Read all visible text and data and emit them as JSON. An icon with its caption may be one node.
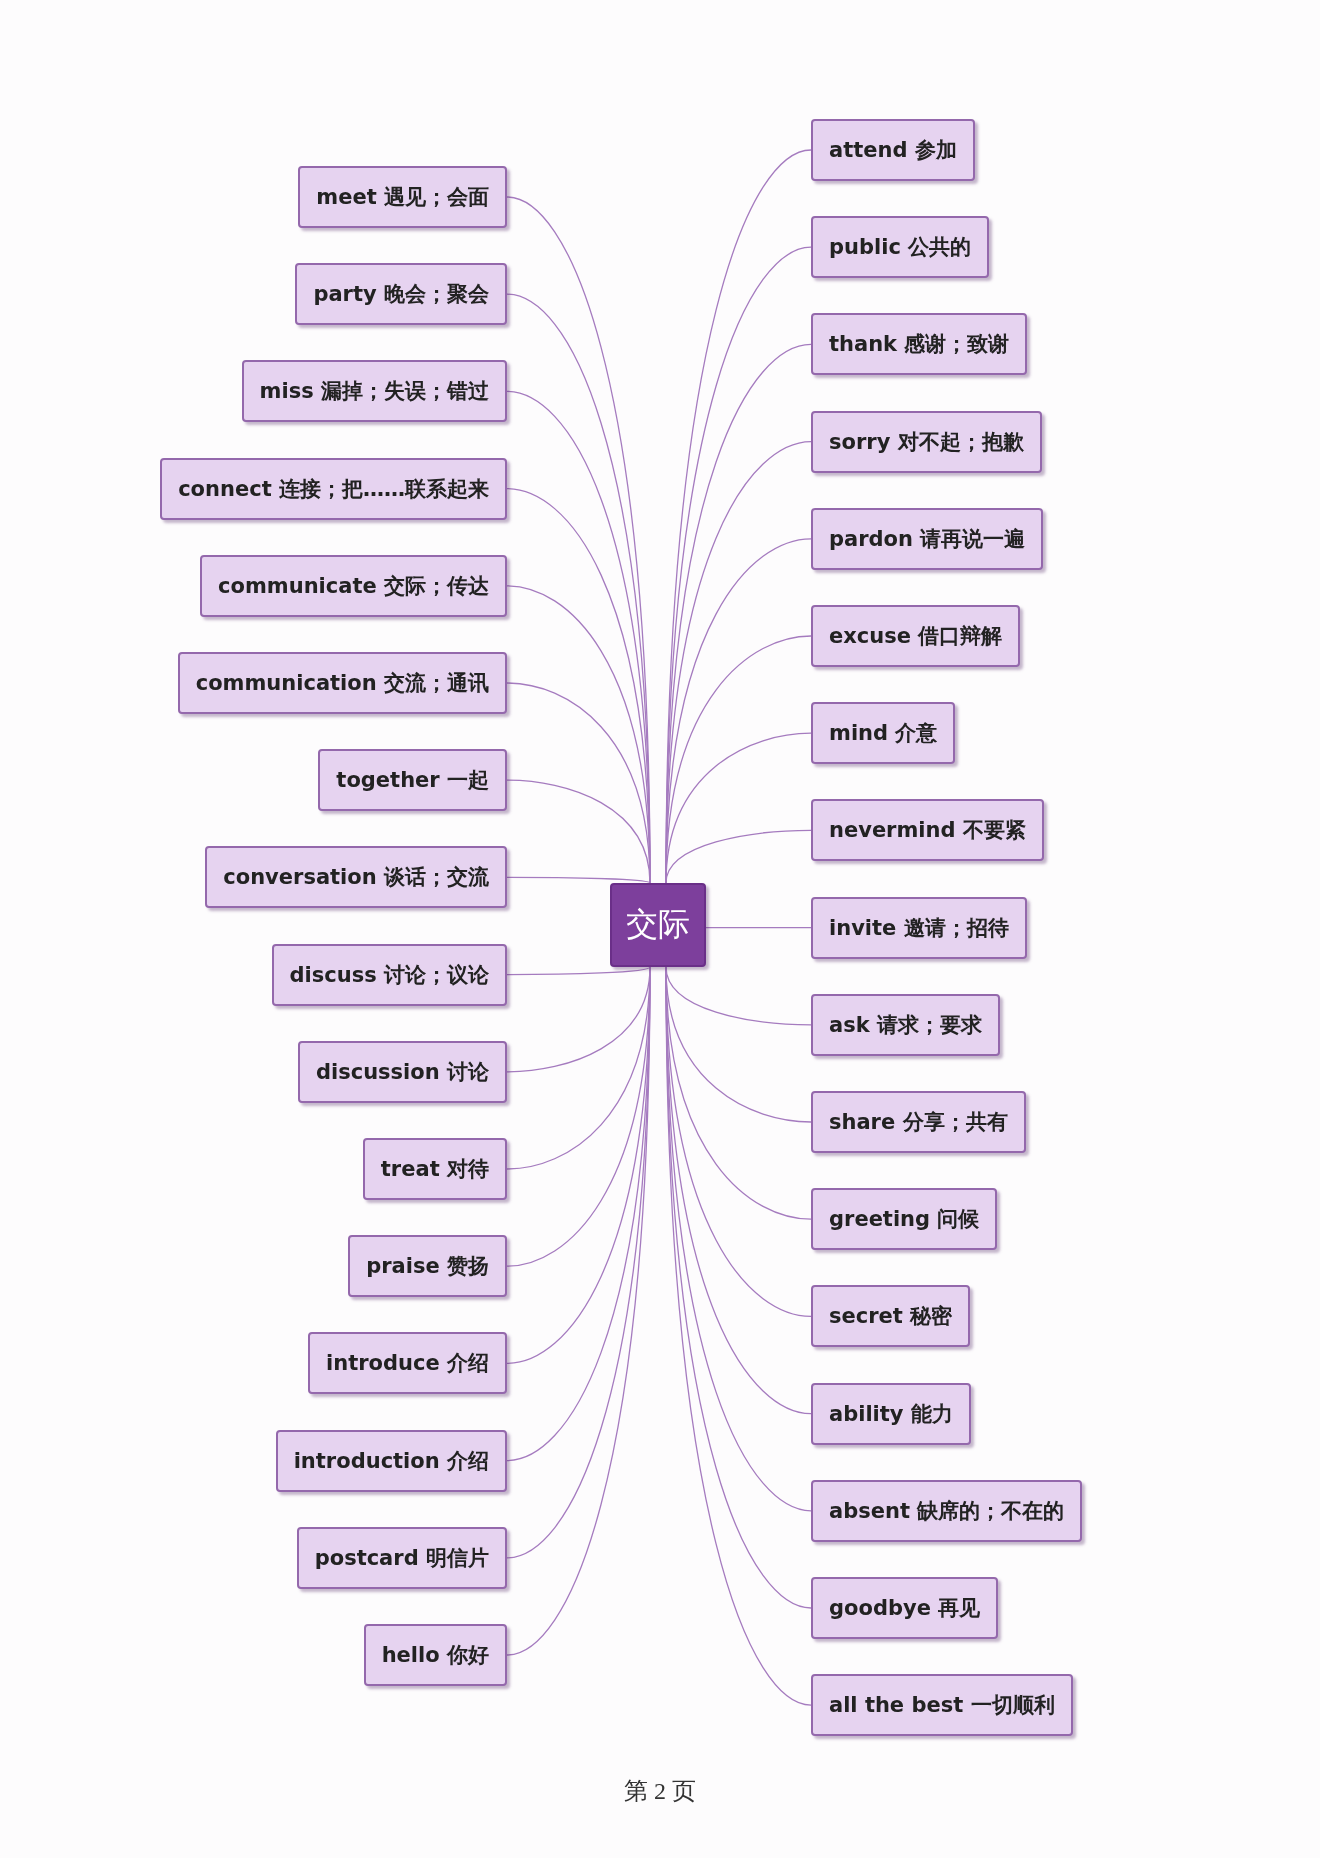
{
  "diagram": {
    "nodes": [
      {
        "text": [
          "交际"
        ]
      },
      {
        "text": [
          "meet 遇见；会面"
        ]
      },
      {
        "text": [
          "party 晚会；聚会"
        ]
      },
      {
        "text": [
          "miss 漏掉；失误；错过"
        ]
      },
      {
        "text": [
          "connect 连接；把……联系起来"
        ]
      },
      {
        "text": [
          "communicate 交际；传达"
        ]
      },
      {
        "text": [
          "communication 交流；通讯"
        ]
      },
      {
        "text": [
          "together 一起"
        ]
      },
      {
        "text": [
          "conversation 谈话；交流"
        ]
      },
      {
        "text": [
          "discuss 讨论；议论"
        ]
      },
      {
        "text": [
          "discussion 讨论"
        ]
      },
      {
        "text": [
          "treat 对待"
        ]
      },
      {
        "text": [
          "praise 赞扬"
        ]
      },
      {
        "text": [
          "introduce 介绍"
        ]
      },
      {
        "text": [
          "introduction 介绍"
        ]
      },
      {
        "text": [
          "postcard 明信片"
        ]
      },
      {
        "text": [
          "hello 你好"
        ]
      },
      {
        "text": [
          "attend 参加"
        ]
      },
      {
        "text": [
          "public 公共的"
        ]
      },
      {
        "text": [
          "thank 感谢；致谢"
        ]
      },
      {
        "text": [
          "sorry 对不起；抱歉"
        ]
      },
      {
        "text": [
          "pardon 请再说一遍"
        ]
      },
      {
        "text": [
          "excuse 借口辩解"
        ]
      },
      {
        "text": [
          "mind 介意"
        ]
      },
      {
        "text": [
          "nevermind 不要紧"
        ]
      },
      {
        "text": [
          "invite 邀请；招待"
        ]
      },
      {
        "text": [
          "ask 请求；要求"
        ]
      },
      {
        "text": [
          "share 分享；共有"
        ]
      },
      {
        "text": [
          "greeting 问候"
        ]
      },
      {
        "text": [
          "secret 秘密"
        ]
      },
      {
        "text": [
          "ability 能力"
        ]
      },
      {
        "text": [
          "absent 缺席的；不在的"
        ]
      },
      {
        "text": [
          "goodbye 再见"
        ]
      },
      {
        "text": [
          "all the best 一切顺利"
        ]
      }
    ],
    "edges": [
      {
        "from": 0,
        "to": 1,
        "arrow": "none"
      },
      {
        "from": 0,
        "to": 2,
        "arrow": "none"
      },
      {
        "from": 0,
        "to": 3,
        "arrow": "none"
      },
      {
        "from": 0,
        "to": 4,
        "arrow": "none"
      },
      {
        "from": 0,
        "to": 5,
        "arrow": "none"
      },
      {
        "from": 0,
        "to": 6,
        "arrow": "none"
      },
      {
        "from": 0,
        "to": 7,
        "arrow": "none"
      },
      {
        "from": 0,
        "to": 8,
        "arrow": "none"
      },
      {
        "from": 0,
        "to": 9,
        "arrow": "none"
      },
      {
        "from": 0,
        "to": 10,
        "arrow": "none"
      },
      {
        "from": 0,
        "to": 11,
        "arrow": "none"
      },
      {
        "from": 0,
        "to": 12,
        "arrow": "none"
      },
      {
        "from": 0,
        "to": 13,
        "arrow": "none"
      },
      {
        "from": 0,
        "to": 14,
        "arrow": "none"
      },
      {
        "from": 0,
        "to": 15,
        "arrow": "none"
      },
      {
        "from": 0,
        "to": 16,
        "arrow": "none"
      },
      {
        "from": 0,
        "to": 17,
        "arrow": "none"
      },
      {
        "from": 0,
        "to": 18,
        "arrow": "none"
      },
      {
        "from": 0,
        "to": 19,
        "arrow": "none"
      },
      {
        "from": 0,
        "to": 20,
        "arrow": "none"
      },
      {
        "from": 0,
        "to": 21,
        "arrow": "none"
      },
      {
        "from": 0,
        "to": 22,
        "arrow": "none"
      },
      {
        "from": 0,
        "to": 23,
        "arrow": "none"
      },
      {
        "from": 0,
        "to": 24,
        "arrow": "none"
      },
      {
        "from": 0,
        "to": 25,
        "arrow": "none"
      },
      {
        "from": 0,
        "to": 26,
        "arrow": "none"
      },
      {
        "from": 0,
        "to": 27,
        "arrow": "none"
      },
      {
        "from": 0,
        "to": 28,
        "arrow": "none"
      },
      {
        "from": 0,
        "to": 29,
        "arrow": "none"
      },
      {
        "from": 0,
        "to": 30,
        "arrow": "none"
      },
      {
        "from": 0,
        "to": 31,
        "arrow": "none"
      },
      {
        "from": 0,
        "to": 32,
        "arrow": "none"
      },
      {
        "from": 0,
        "to": 33,
        "arrow": "none"
      }
    ],
    "labels": [
      "第 2 页"
    ]
  }
}
